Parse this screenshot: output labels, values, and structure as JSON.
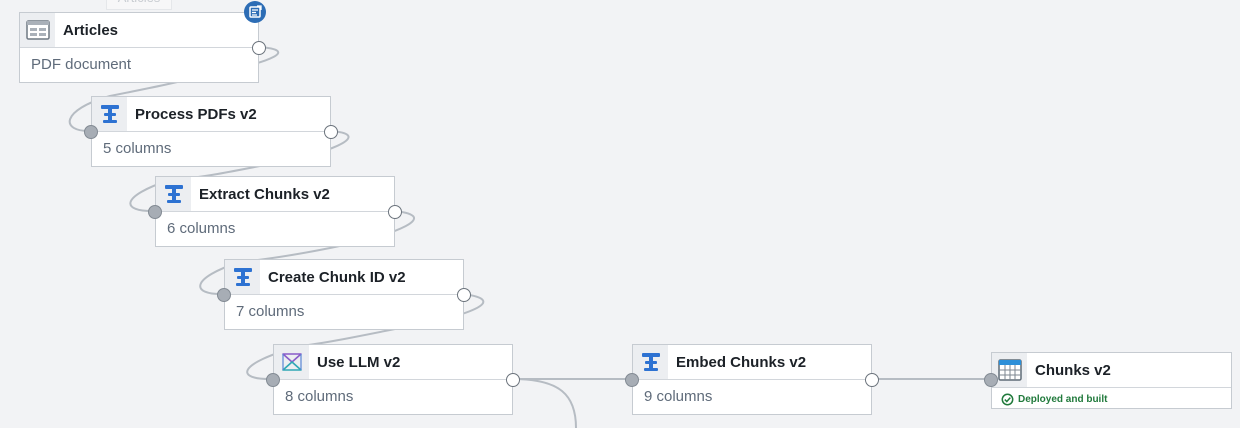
{
  "canvas": {
    "ghost_label": "Articles",
    "nodes": [
      {
        "id": "articles",
        "icon": "dataset-icon",
        "title": "Articles",
        "subtitle": "PDF document"
      },
      {
        "id": "process-pdfs",
        "icon": "transform-icon",
        "title": "Process PDFs v2",
        "subtitle": "5 columns"
      },
      {
        "id": "extract-chunks",
        "icon": "transform-icon",
        "title": "Extract Chunks v2",
        "subtitle": "6 columns"
      },
      {
        "id": "create-chunk-id",
        "icon": "transform-icon",
        "title": "Create Chunk ID v2",
        "subtitle": "7 columns"
      },
      {
        "id": "use-llm",
        "icon": "llm-icon",
        "title": "Use LLM v2",
        "subtitle": "8 columns"
      },
      {
        "id": "embed-chunks",
        "icon": "transform-icon",
        "title": "Embed Chunks v2",
        "subtitle": "9 columns"
      },
      {
        "id": "chunks",
        "icon": "table-icon",
        "title": "Chunks v2",
        "status": "Deployed and built"
      }
    ]
  },
  "colors": {
    "background": "#f2f3f5",
    "transform_icon": "#2d72d2",
    "badge": "#2d6db5",
    "status_ok": "#217a3c",
    "edge": "#a9b0b8"
  }
}
